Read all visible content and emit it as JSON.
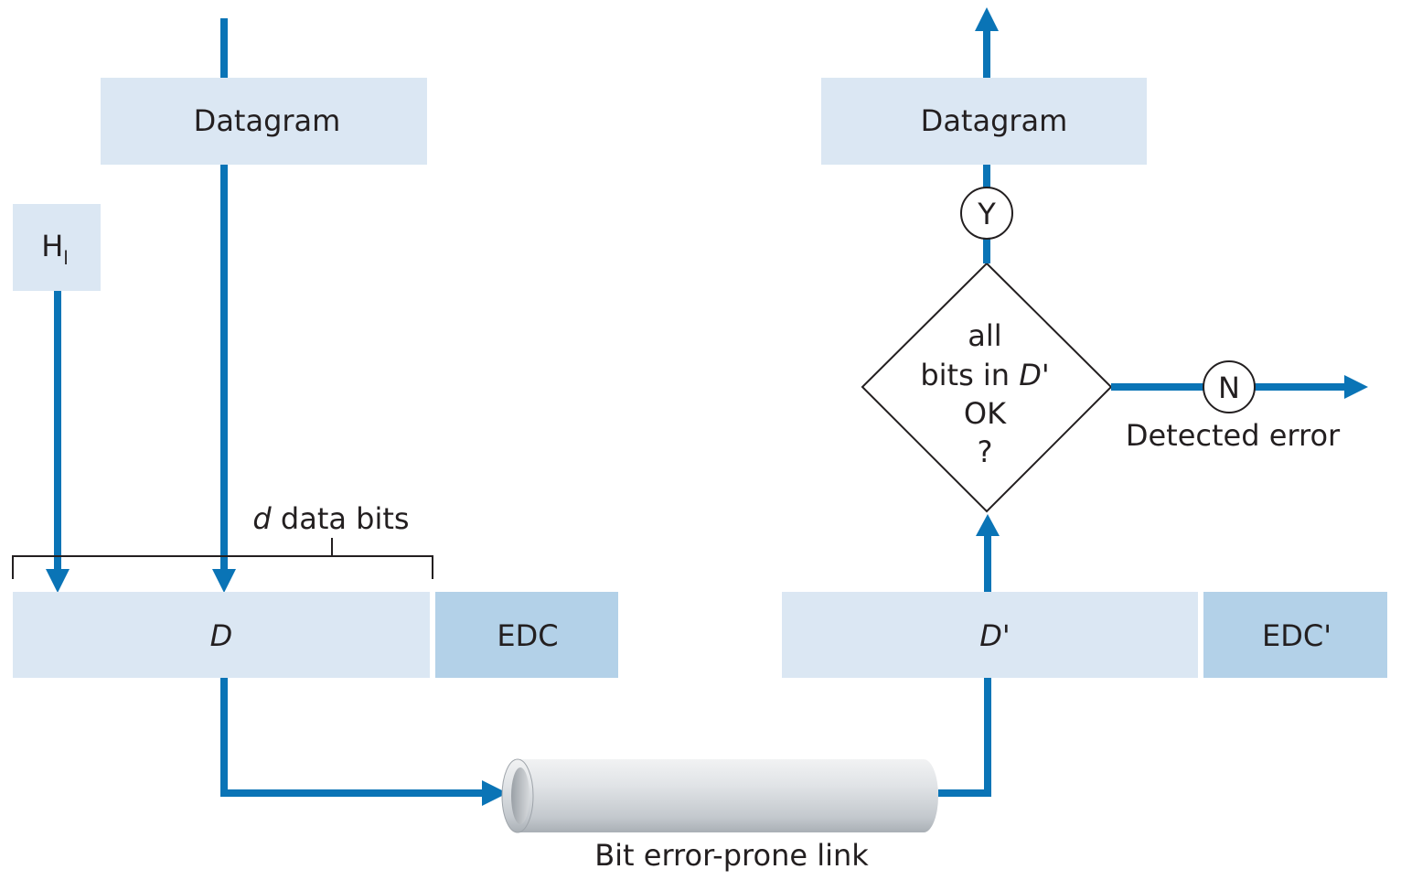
{
  "sender": {
    "datagram_label": "Datagram",
    "header_label": "H",
    "header_subscript": "l",
    "data_field_label": "D",
    "edc_label": "EDC",
    "brace_label_var": "d",
    "brace_label_text": " data bits"
  },
  "link": {
    "label": "Bit error-prone link"
  },
  "receiver": {
    "datagram_label": "Datagram",
    "data_field_label": "D'",
    "edc_label": "EDC'",
    "decision": {
      "line1": "all",
      "line2_text": "bits in ",
      "line2_var": "D'",
      "line3": "OK",
      "line4": "?"
    },
    "yes_label": "Y",
    "no_label": "N",
    "error_label": "Detected error"
  },
  "colors": {
    "flow": "#0a74b6",
    "box_light": "#dbe7f3",
    "box_dark": "#b3d1e8",
    "text": "#231f20"
  }
}
